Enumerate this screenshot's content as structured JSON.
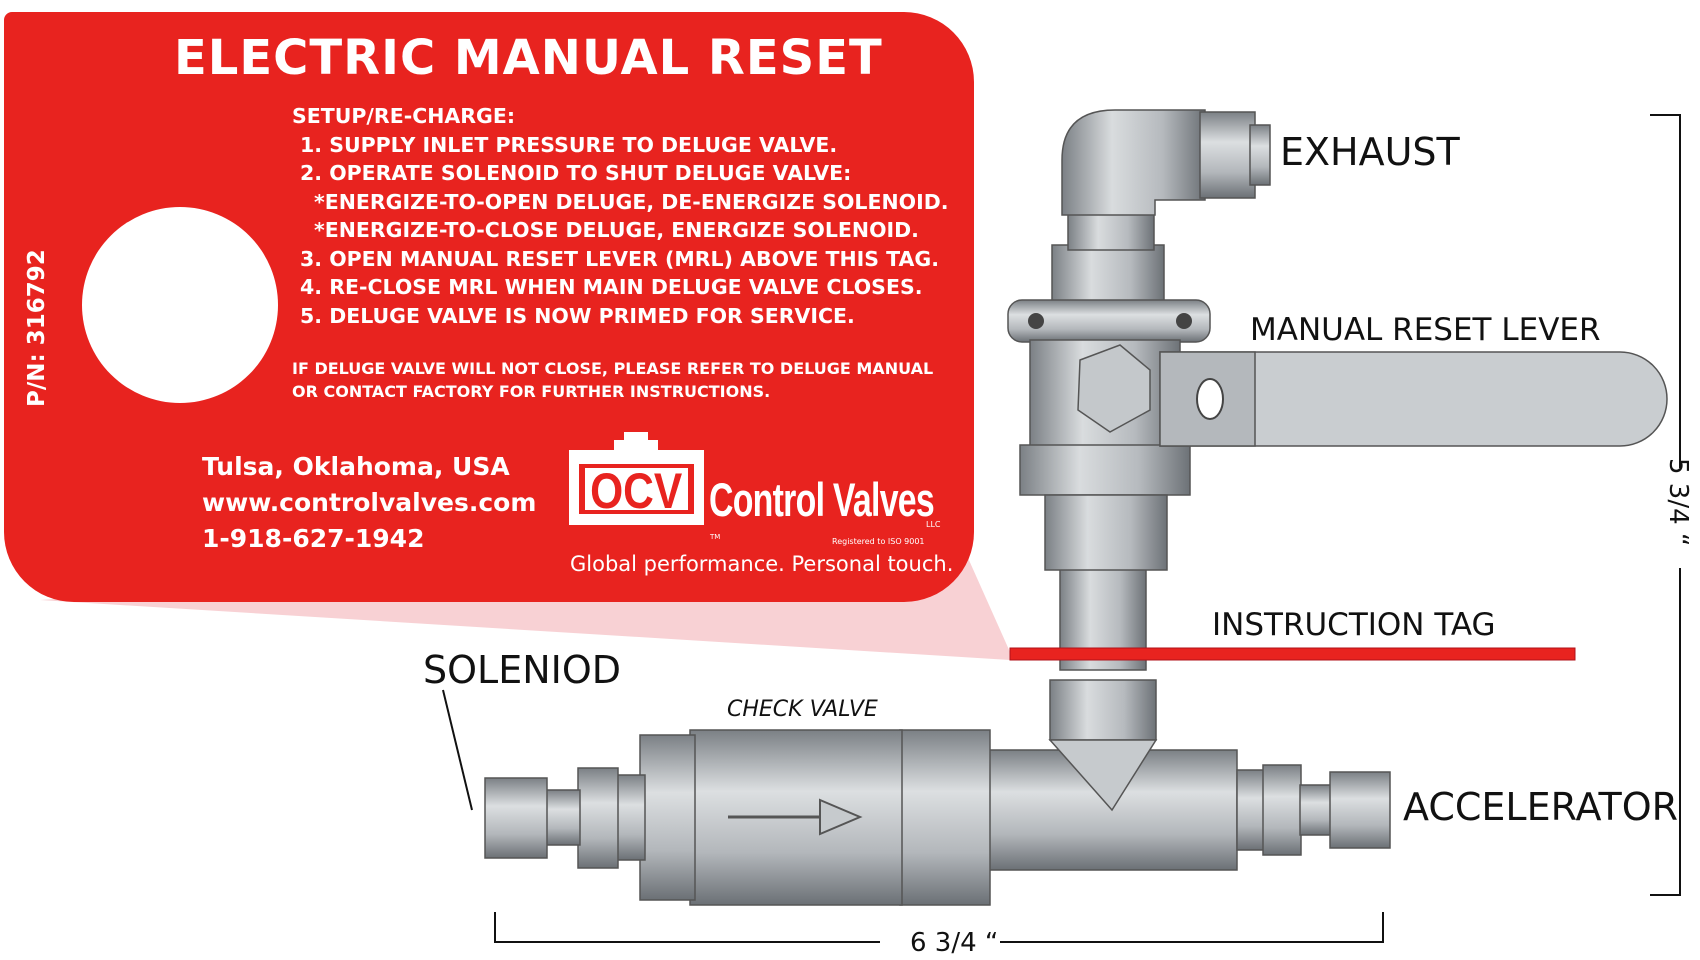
{
  "tag": {
    "title": "ELECTRIC MANUAL RESET",
    "part_number": "P/N: 316792",
    "steps": {
      "header": "SETUP/RE-CHARGE:",
      "l1": "1. SUPPLY INLET PRESSURE TO DELUGE VALVE.",
      "l2": "2. OPERATE SOLENOID TO SHUT DELUGE VALVE:",
      "l3": "*ENERGIZE-TO-OPEN DELUGE, DE-ENERGIZE SOLENOID.",
      "l4": "*ENERGIZE-TO-CLOSE DELUGE, ENERGIZE SOLENOID.",
      "l5": "3. OPEN MANUAL RESET LEVER (MRL) ABOVE THIS TAG.",
      "l6": "4. RE-CLOSE MRL  WHEN MAIN DELUGE VALVE CLOSES.",
      "l7": "5. DELUGE VALVE IS NOW PRIMED FOR  SERVICE."
    },
    "note_line1": "IF DELUGE VALVE WILL NOT CLOSE, PLEASE REFER TO DELUGE MANUAL",
    "note_line2": "OR CONTACT FACTORY FOR FURTHER INSTRUCTIONS.",
    "contact_city": "Tulsa, Oklahoma, USA",
    "contact_web": "www.controlvalves.com",
    "contact_phone": "1-918-627-1942",
    "logo_mark": "OCV",
    "brand": "Control Valves",
    "llc": "LLC",
    "tm": "TM",
    "registered": "Registered to ISO 9001",
    "tagline": "Global performance. Personal touch."
  },
  "labels": {
    "exhaust": "EXHAUST",
    "manual_reset_lever": "MANUAL RESET LEVER",
    "instruction_tag": "INSTRUCTION TAG",
    "solenoid": "SOLENIOD",
    "check_valve": "CHECK VALVE",
    "accelerator": "ACCELERATOR"
  },
  "dimensions": {
    "width": "6 3/4 “",
    "height": "5 3/4 “"
  },
  "colors": {
    "tag_red": "#e8231f",
    "metal_light": "#d3d6d8",
    "metal_mid": "#a9aeb2",
    "metal_dark": "#6f7479"
  }
}
